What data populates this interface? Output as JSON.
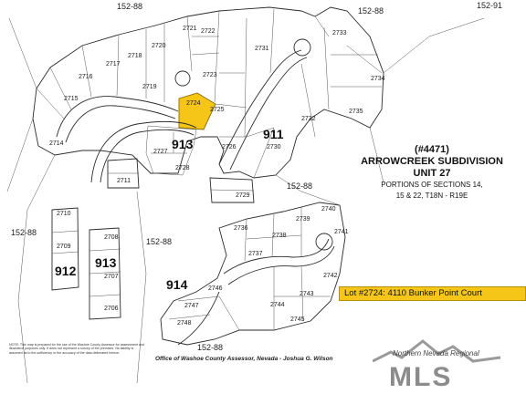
{
  "highlight_color": "#f5c518",
  "title": {
    "doc_no": "(#4471)",
    "line1": "ARROWCREEK SUBDIVISION",
    "line2": "UNIT 27",
    "line3": "PORTIONS OF SECTIONS 14,",
    "line4": "15 & 22, T18N - R19E"
  },
  "callout": "Lot #2724: 4110 Bunker Point Court",
  "credit": "Office of Washoe County Assessor, Nevada - Joshua G. Wilson",
  "note": "NOTE: This map is prepared for the use of the Washoe County Assessor for assessment and illustrative purposes only. It does not represent a survey of the premises. No liability is assumed as to the sufficiency or the accuracy of the data delineated hereon.",
  "logo": {
    "line1": "Northern Nevada Regional",
    "line2": "MLS"
  },
  "book_labels": [
    {
      "id": "bk-top-1",
      "text": "152-88"
    },
    {
      "id": "bk-top-2",
      "text": "152-88"
    },
    {
      "id": "bk-top-3",
      "text": "152-91"
    },
    {
      "id": "bk-left",
      "text": "152-88"
    },
    {
      "id": "bk-mid",
      "text": "152-88"
    },
    {
      "id": "bk-right",
      "text": "152-88"
    },
    {
      "id": "bk-bottom",
      "text": "152-88"
    }
  ],
  "blocks": [
    {
      "id": "block-913-a",
      "text": "913"
    },
    {
      "id": "block-911",
      "text": "911"
    },
    {
      "id": "block-912",
      "text": "912"
    },
    {
      "id": "block-913-b",
      "text": "913"
    },
    {
      "id": "block-914",
      "text": "914"
    }
  ],
  "lots": [
    {
      "id": "2716",
      "text": "2716"
    },
    {
      "id": "2717",
      "text": "2717"
    },
    {
      "id": "2718",
      "text": "2718"
    },
    {
      "id": "2719",
      "text": "2719"
    },
    {
      "id": "2720",
      "text": "2720"
    },
    {
      "id": "2721",
      "text": "2721"
    },
    {
      "id": "2722",
      "text": "2722"
    },
    {
      "id": "2723",
      "text": "2723"
    },
    {
      "id": "2724",
      "text": "2724"
    },
    {
      "id": "2725",
      "text": "2725"
    },
    {
      "id": "2715",
      "text": "2715"
    },
    {
      "id": "2714",
      "text": "2714"
    },
    {
      "id": "2727",
      "text": "2727"
    },
    {
      "id": "2728",
      "text": "2728"
    },
    {
      "id": "2726",
      "text": "2726"
    },
    {
      "id": "2731",
      "text": "2731"
    },
    {
      "id": "2732",
      "text": "2732"
    },
    {
      "id": "2733",
      "text": "2733"
    },
    {
      "id": "2734",
      "text": "2734"
    },
    {
      "id": "2735",
      "text": "2735"
    },
    {
      "id": "2730",
      "text": "2730"
    },
    {
      "id": "2711",
      "text": "2711"
    },
    {
      "id": "2729",
      "text": "2729"
    },
    {
      "id": "2710",
      "text": "2710"
    },
    {
      "id": "2709",
      "text": "2709"
    },
    {
      "id": "2708",
      "text": "2708"
    },
    {
      "id": "2707",
      "text": "2707"
    },
    {
      "id": "2706",
      "text": "2706"
    },
    {
      "id": "2736",
      "text": "2736"
    },
    {
      "id": "2737",
      "text": "2737"
    },
    {
      "id": "2738",
      "text": "2738"
    },
    {
      "id": "2739",
      "text": "2739"
    },
    {
      "id": "2740",
      "text": "2740"
    },
    {
      "id": "2741",
      "text": "2741"
    },
    {
      "id": "2742",
      "text": "2742"
    },
    {
      "id": "2743",
      "text": "2743"
    },
    {
      "id": "2744",
      "text": "2744"
    },
    {
      "id": "2745",
      "text": "2745"
    },
    {
      "id": "2746",
      "text": "2746"
    },
    {
      "id": "2747",
      "text": "2747"
    },
    {
      "id": "2748",
      "text": "2748"
    }
  ]
}
